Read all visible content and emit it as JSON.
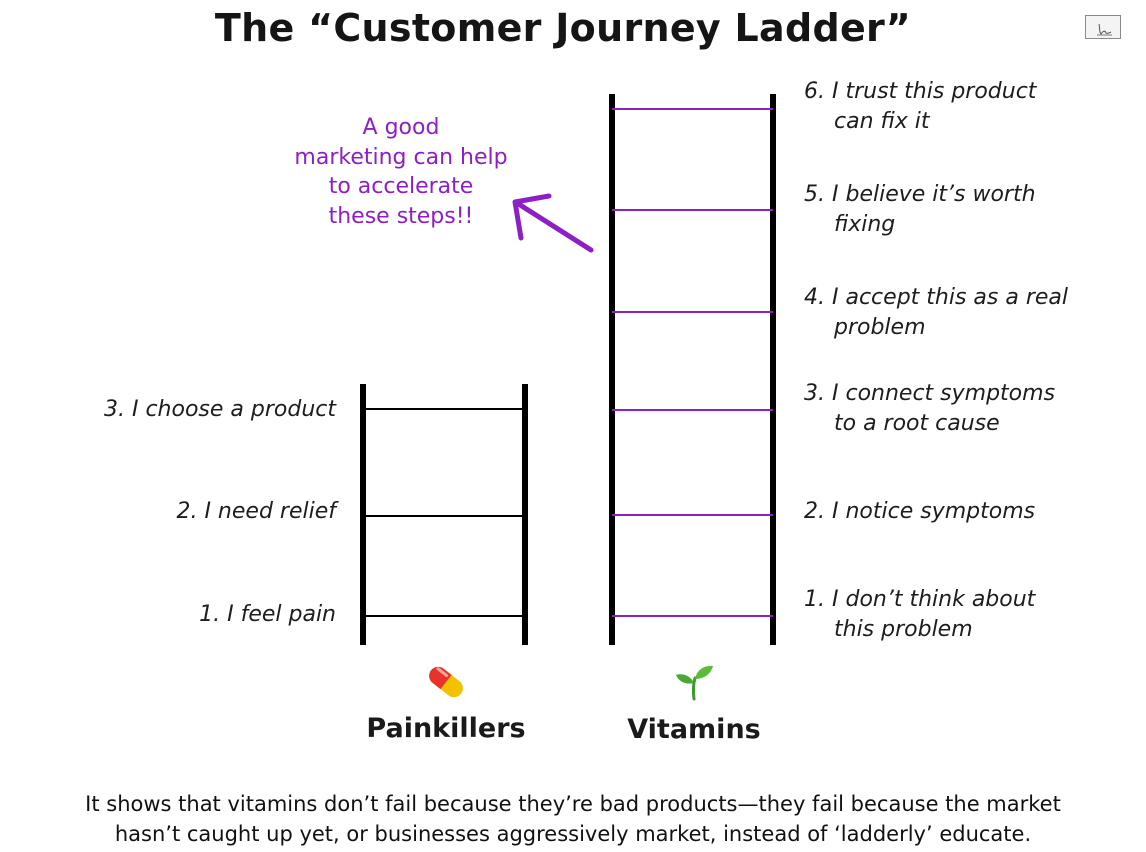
{
  "title": "The “Customer Journey Ladder”",
  "colors": {
    "accent": "#8e1fc4",
    "ink": "#111111"
  },
  "corner_icon": "signature-thumbnail-icon",
  "note": "A good marketing can help to accelerate these steps!!",
  "painkillers": {
    "label": "Painkillers",
    "icon": "pill-icon",
    "steps": [
      {
        "num": "1.",
        "text": "I feel pain"
      },
      {
        "num": "2.",
        "text": "I need relief"
      },
      {
        "num": "3.",
        "text": "I choose a product"
      }
    ]
  },
  "vitamins": {
    "label": "Vitamins",
    "icon": "seedling-icon",
    "steps": [
      {
        "num": "1.",
        "line1": "I don’t think about",
        "line2": "this problem"
      },
      {
        "num": "2.",
        "line1": "I notice symptoms",
        "line2": ""
      },
      {
        "num": "3.",
        "line1": "I connect symptoms",
        "line2": "to a root cause"
      },
      {
        "num": "4.",
        "line1": "I accept this as a real",
        "line2": "problem"
      },
      {
        "num": "5.",
        "line1": "I believe it’s worth",
        "line2": "fixing"
      },
      {
        "num": "6.",
        "line1": "I trust this product",
        "line2": "can fix it"
      }
    ]
  },
  "caption": {
    "line1": "It shows that vitamins don’t fail because they’re bad products—they fail because the market",
    "line2": "hasn’t caught up yet, or businesses aggressively market, instead of ‘ladderly’ educate."
  }
}
